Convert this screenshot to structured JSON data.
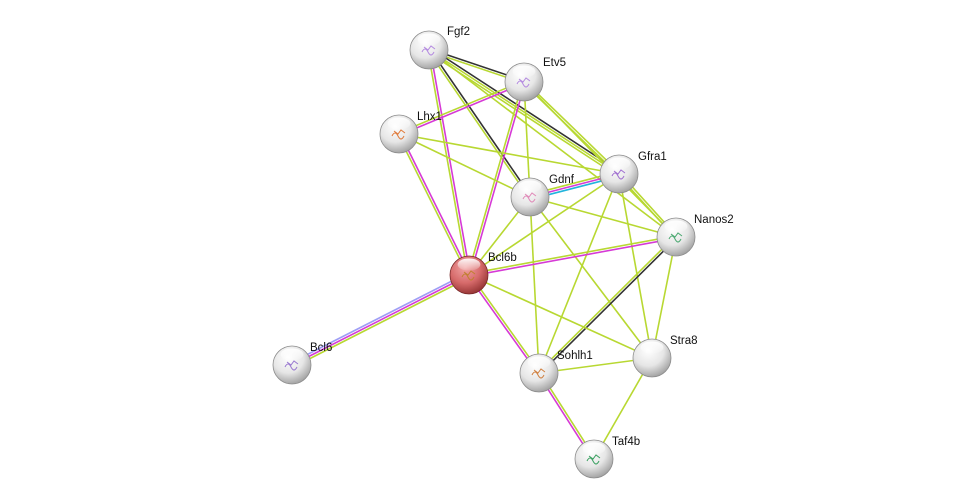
{
  "diagram": {
    "type": "protein-interaction-network",
    "query_protein": "Bcl6b",
    "colors": {
      "query_node": "#d9676a",
      "other_node": "#e8e8e8",
      "edge_textmining": "#b8d832",
      "edge_experimental": "#d63ad6",
      "edge_coexpression": "#333333",
      "edge_database": "#22b4dc",
      "edge_homology": "#9e9ef5"
    },
    "nodes": [
      {
        "id": "Fgf2",
        "label": "Fgf2",
        "query": false
      },
      {
        "id": "Etv5",
        "label": "Etv5",
        "query": false
      },
      {
        "id": "Lhx1",
        "label": "Lhx1",
        "query": false
      },
      {
        "id": "Gfra1",
        "label": "Gfra1",
        "query": false
      },
      {
        "id": "Gdnf",
        "label": "Gdnf",
        "query": false
      },
      {
        "id": "Nanos2",
        "label": "Nanos2",
        "query": false
      },
      {
        "id": "Bcl6b",
        "label": "Bcl6b",
        "query": true
      },
      {
        "id": "Bcl6",
        "label": "Bcl6",
        "query": false
      },
      {
        "id": "Sohlh1",
        "label": "Sohlh1",
        "query": false
      },
      {
        "id": "Stra8",
        "label": "Stra8",
        "query": false
      },
      {
        "id": "Taf4b",
        "label": "Taf4b",
        "query": false
      }
    ],
    "edges": [
      {
        "source": "Fgf2",
        "target": "Etv5",
        "evidence": [
          "coexpression",
          "textmining"
        ]
      },
      {
        "source": "Fgf2",
        "target": "Gfra1",
        "evidence": [
          "coexpression",
          "textmining",
          "textmining"
        ]
      },
      {
        "source": "Fgf2",
        "target": "Gdnf",
        "evidence": [
          "coexpression",
          "textmining"
        ]
      },
      {
        "source": "Fgf2",
        "target": "Bcl6b",
        "evidence": [
          "experimental",
          "textmining"
        ]
      },
      {
        "source": "Fgf2",
        "target": "Nanos2",
        "evidence": [
          "textmining"
        ]
      },
      {
        "source": "Etv5",
        "target": "Lhx1",
        "evidence": [
          "experimental",
          "textmining"
        ]
      },
      {
        "source": "Etv5",
        "target": "Gfra1",
        "evidence": [
          "textmining",
          "textmining"
        ]
      },
      {
        "source": "Etv5",
        "target": "Gdnf",
        "evidence": [
          "textmining"
        ]
      },
      {
        "source": "Etv5",
        "target": "Bcl6b",
        "evidence": [
          "experimental",
          "textmining"
        ]
      },
      {
        "source": "Etv5",
        "target": "Nanos2",
        "evidence": [
          "textmining"
        ]
      },
      {
        "source": "Lhx1",
        "target": "Gfra1",
        "evidence": [
          "textmining"
        ]
      },
      {
        "source": "Lhx1",
        "target": "Gdnf",
        "evidence": [
          "textmining"
        ]
      },
      {
        "source": "Lhx1",
        "target": "Bcl6b",
        "evidence": [
          "experimental",
          "textmining"
        ]
      },
      {
        "source": "Gfra1",
        "target": "Gdnf",
        "evidence": [
          "database",
          "experimental",
          "textmining"
        ]
      },
      {
        "source": "Gfra1",
        "target": "Nanos2",
        "evidence": [
          "textmining",
          "textmining"
        ]
      },
      {
        "source": "Gfra1",
        "target": "Bcl6b",
        "evidence": [
          "textmining"
        ]
      },
      {
        "source": "Gfra1",
        "target": "Sohlh1",
        "evidence": [
          "textmining"
        ]
      },
      {
        "source": "Gfra1",
        "target": "Stra8",
        "evidence": [
          "textmining"
        ]
      },
      {
        "source": "Gdnf",
        "target": "Bcl6b",
        "evidence": [
          "textmining"
        ]
      },
      {
        "source": "Gdnf",
        "target": "Nanos2",
        "evidence": [
          "textmining"
        ]
      },
      {
        "source": "Gdnf",
        "target": "Sohlh1",
        "evidence": [
          "textmining"
        ]
      },
      {
        "source": "Gdnf",
        "target": "Stra8",
        "evidence": [
          "textmining"
        ]
      },
      {
        "source": "Nanos2",
        "target": "Bcl6b",
        "evidence": [
          "experimental",
          "textmining"
        ]
      },
      {
        "source": "Nanos2",
        "target": "Sohlh1",
        "evidence": [
          "coexpression",
          "textmining"
        ]
      },
      {
        "source": "Nanos2",
        "target": "Stra8",
        "evidence": [
          "textmining"
        ]
      },
      {
        "source": "Bcl6b",
        "target": "Bcl6",
        "evidence": [
          "textmining",
          "experimental",
          "homology"
        ]
      },
      {
        "source": "Bcl6b",
        "target": "Sohlh1",
        "evidence": [
          "textmining",
          "experimental"
        ]
      },
      {
        "source": "Bcl6b",
        "target": "Stra8",
        "evidence": [
          "textmining"
        ]
      },
      {
        "source": "Sohlh1",
        "target": "Stra8",
        "evidence": [
          "textmining"
        ]
      },
      {
        "source": "Sohlh1",
        "target": "Taf4b",
        "evidence": [
          "textmining",
          "experimental"
        ]
      },
      {
        "source": "Stra8",
        "target": "Taf4b",
        "evidence": [
          "textmining"
        ]
      }
    ]
  }
}
